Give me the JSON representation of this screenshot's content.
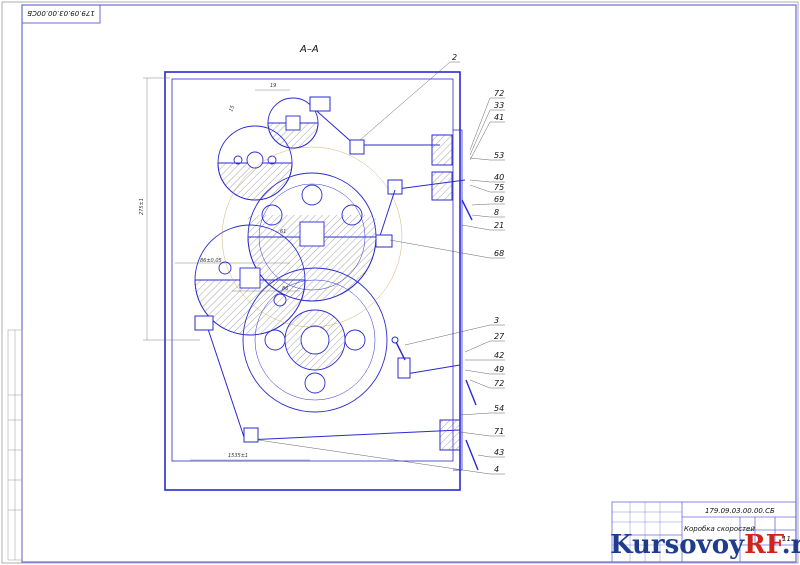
{
  "section_label": "A–A",
  "stamp_code": "179.09.03.00.00СБ",
  "leaders": [
    "2",
    "72",
    "33",
    "41",
    "53",
    "40",
    "75",
    "69",
    "8",
    "21",
    "68",
    "3",
    "27",
    "42",
    "49",
    "72",
    "54",
    "71",
    "43",
    "4"
  ],
  "title_block": {
    "designation": "179.09.03.00.00.СБ",
    "name": "Коробка скоростей",
    "sheet": "11"
  },
  "dimensions": {
    "height": "275±1",
    "bottom": "1535±1",
    "d1": "19",
    "d2": "15",
    "d3": "61",
    "d4": "86±0,05",
    "d5": "86"
  },
  "watermark": {
    "part1": "Kursovoy",
    "part2": "RF",
    "part3": ".ru"
  },
  "colors": {
    "line": "#2a2ad0",
    "hatch": "#555555",
    "frame": "#6b6bd8"
  }
}
